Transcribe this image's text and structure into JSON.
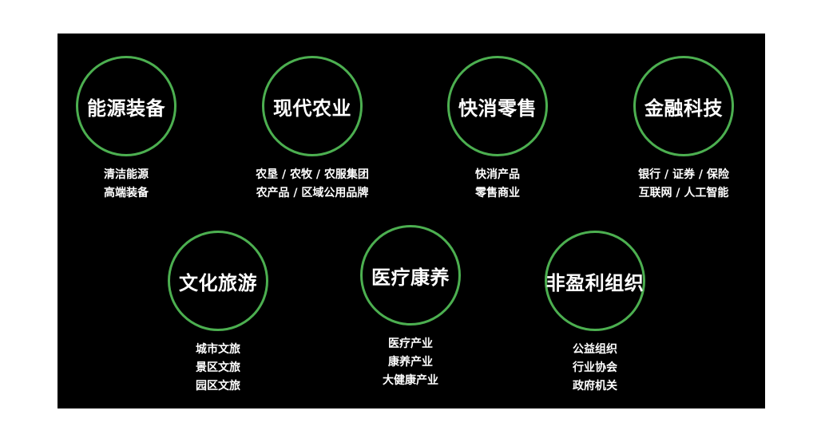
{
  "colors": {
    "background": "#000000",
    "ring": "#4caf50",
    "text": "#ffffff"
  },
  "sectors": [
    {
      "title": "能源装备",
      "items": [
        "清洁能源",
        "高端装备"
      ]
    },
    {
      "title": "现代农业",
      "items": [
        "农垦 / 农牧 / 农服集团",
        "农产品 / 区域公用品牌"
      ]
    },
    {
      "title": "快消零售",
      "items": [
        "快消产品",
        "零售商业"
      ]
    },
    {
      "title": "金融科技",
      "items": [
        "银行 / 证券 / 保险",
        "互联网  / 人工智能"
      ]
    },
    {
      "title": "文化旅游",
      "items": [
        "城市文旅",
        "景区文旅",
        "园区文旅"
      ]
    },
    {
      "title": "医疗康养",
      "items": [
        "医疗产业",
        "康养产业",
        "大健康产业"
      ]
    },
    {
      "title": "非盈利组织",
      "items": [
        "公益组织",
        "行业协会",
        "政府机关"
      ]
    }
  ]
}
